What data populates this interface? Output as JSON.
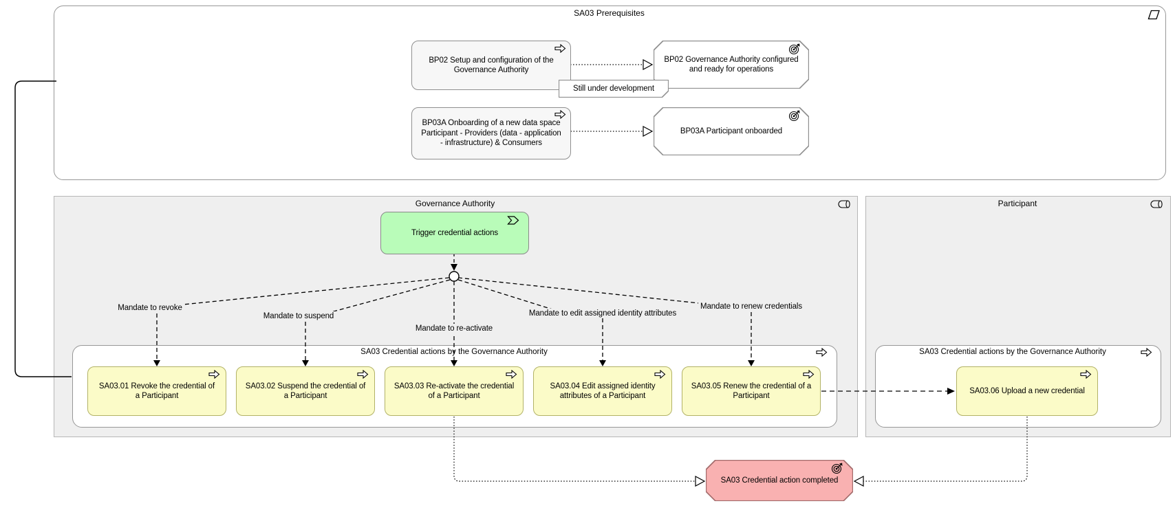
{
  "prerequisites": {
    "title": "SA03 Prerequisites",
    "process1": "BP02 Setup and configuration of the Governance Authority",
    "outcome1": "BP02 Governance Authority configured and ready for operations",
    "note": "Still under development",
    "process2": "BP03A Onboarding of a new data space Participant - Providers (data - application - infrastructure) & Consumers",
    "outcome2": "BP03A Participant onboarded"
  },
  "governance_authority": {
    "title": "Governance Authority",
    "trigger": "Trigger credential actions",
    "mandates": [
      "Mandate to revoke",
      "Mandate to suspend",
      "Mandate to re-activate",
      "Mandate to edit assigned identity attributes",
      "Mandate to renew credentials"
    ],
    "container_title": "SA03 Credential actions by the Governance Authority",
    "actions": [
      "SA03.01 Revoke the credential of a Participant",
      "SA03.02 Suspend the credential of a Participant",
      "SA03.03 Re-activate the credential of a Participant",
      "SA03.04 Edit assigned identity attributes of a Participant",
      "SA03.05 Renew the credential of a Participant"
    ]
  },
  "participant": {
    "title": "Participant",
    "container_title": "SA03 Credential actions by the Governance Authority",
    "action": "SA03.06 Upload a new credential"
  },
  "completion": {
    "label": "SA03 Credential action completed"
  },
  "colors": {
    "event_green": "#b9fcb9",
    "action_yellow": "#fbfbc8",
    "outcome_pink": "#f9b1b1",
    "group_gray": "#efefef"
  }
}
